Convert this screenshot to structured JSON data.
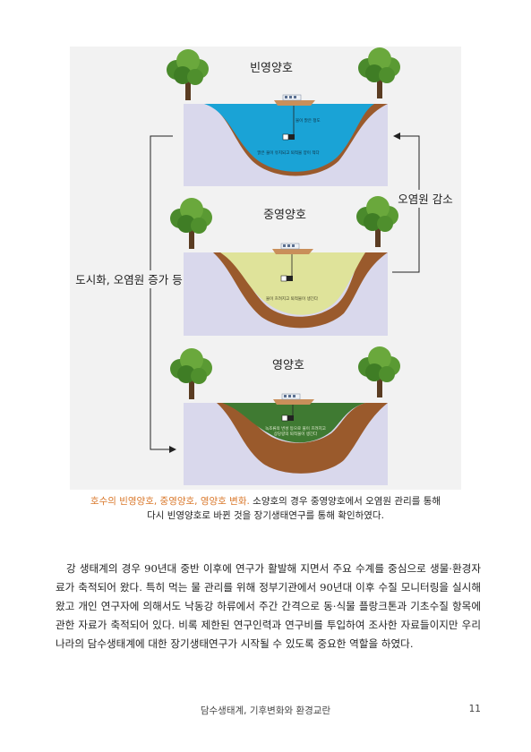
{
  "figure": {
    "panels": [
      {
        "title": "빈영양호",
        "labels": [
          "물이 맑은 정도",
          "맑은 물이 유지되고 퇴적물 양이 적다"
        ]
      },
      {
        "title": "중영양호",
        "labels": [
          "물이 흐려지고 퇴적물이 생긴다"
        ]
      },
      {
        "title": "영양호",
        "labels": [
          "녹조류의 번성 등으로 물이 흐려지고",
          "상당량의 퇴적물이 생긴다"
        ]
      }
    ],
    "left_arrow_label": "도시화, 오염원 증가 등",
    "right_arrow_label": "오염원 감소",
    "colors": {
      "oligotrophic": "#1aa3d6",
      "mesotrophic": "#dfe39a",
      "eutrophic": "#3f7a32",
      "sediment": "#9a5a2c",
      "basin": "#d9d8ec"
    }
  },
  "caption": {
    "highlight": "호수의 빈영양호, 중영양호, 영양호 변화.",
    "line1_rest": " 소양호의 경우 중영양호에서 오염원 관리를 통해",
    "line2": "다시 빈영양호로 바뀐 것을 장기생태연구를 통해 확인하였다."
  },
  "body_text": "강 생태계의 경우 90년대 중반 이후에 연구가 활발해 지면서 주요 수계를 중심으로 생물·환경자료가 축적되어 왔다. 특히 먹는 물 관리를 위해 정부기관에서 90년대 이후 수질 모니터링을 실시해 왔고 개인 연구자에 의해서도 낙동강 하류에서 주간 간격으로 동·식물 플랑크톤과 기초수질 항목에 관한 자료가 축적되어 있다. 비록 제한된 연구인력과 연구비를 투입하여 조사한 자료들이지만 우리나라의 담수생태계에 대한 장기생태연구가 시작될 수 있도록 중요한 역할을 하였다.",
  "footer": {
    "title": "담수생태계, 기후변화와 환경교란",
    "page": "11"
  }
}
